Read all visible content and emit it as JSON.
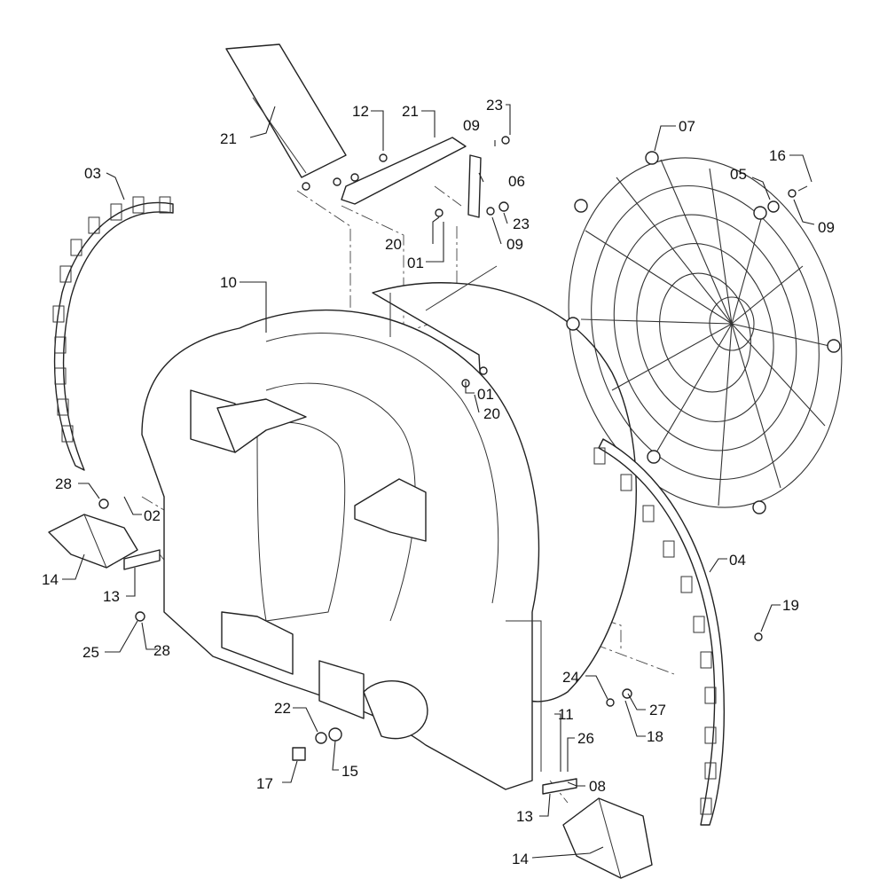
{
  "callouts": [
    {
      "id": "c21a",
      "text": "21"
    },
    {
      "id": "c12",
      "text": "12"
    },
    {
      "id": "c21b",
      "text": "21"
    },
    {
      "id": "c23a",
      "text": "23"
    },
    {
      "id": "c09a",
      "text": "09"
    },
    {
      "id": "c06",
      "text": "06"
    },
    {
      "id": "c23b",
      "text": "23"
    },
    {
      "id": "c09b",
      "text": "09"
    },
    {
      "id": "c20a",
      "text": "20"
    },
    {
      "id": "c01a",
      "text": "01"
    },
    {
      "id": "c03",
      "text": "03"
    },
    {
      "id": "c10",
      "text": "10"
    },
    {
      "id": "c07",
      "text": "07"
    },
    {
      "id": "c16",
      "text": "16"
    },
    {
      "id": "c05",
      "text": "05"
    },
    {
      "id": "c09c",
      "text": "09"
    },
    {
      "id": "c01b",
      "text": "01"
    },
    {
      "id": "c20b",
      "text": "20"
    },
    {
      "id": "c28a",
      "text": "28"
    },
    {
      "id": "c02",
      "text": "02"
    },
    {
      "id": "c14a",
      "text": "14"
    },
    {
      "id": "c13a",
      "text": "13"
    },
    {
      "id": "c25",
      "text": "25"
    },
    {
      "id": "c28b",
      "text": "28"
    },
    {
      "id": "c04",
      "text": "04"
    },
    {
      "id": "c19",
      "text": "19"
    },
    {
      "id": "c22",
      "text": "22"
    },
    {
      "id": "c24",
      "text": "24"
    },
    {
      "id": "c27",
      "text": "27"
    },
    {
      "id": "c11",
      "text": "11"
    },
    {
      "id": "c18",
      "text": "18"
    },
    {
      "id": "c26",
      "text": "26"
    },
    {
      "id": "c17",
      "text": "17"
    },
    {
      "id": "c15",
      "text": "15"
    },
    {
      "id": "c08",
      "text": "08"
    },
    {
      "id": "c13b",
      "text": "13"
    },
    {
      "id": "c14b",
      "text": "14"
    }
  ]
}
